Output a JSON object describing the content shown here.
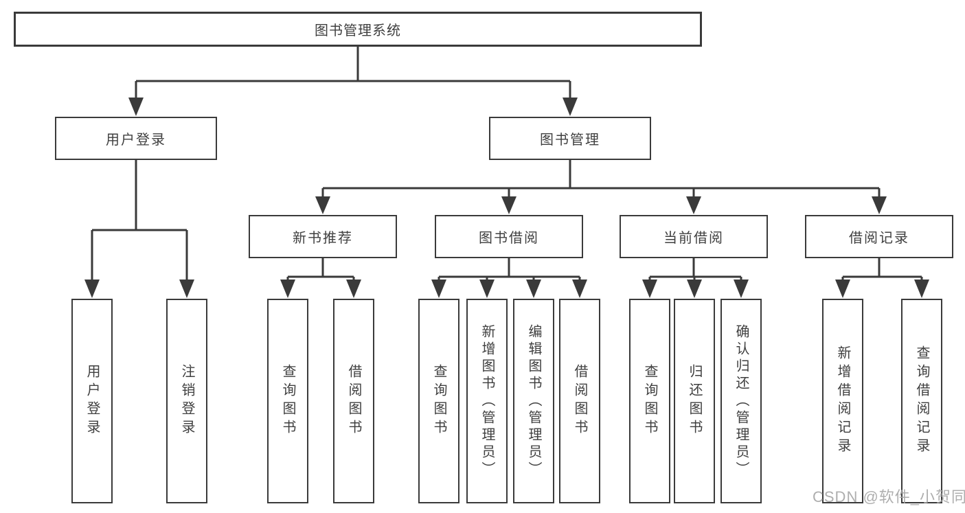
{
  "colors": {
    "line": "#3a3a3a",
    "box_border": "#3a3a3a",
    "box_fill": "#ffffff",
    "text": "#3f3f3f",
    "watermark": "#a5a5a5"
  },
  "diagram": {
    "root": {
      "label": "图书管理系统"
    },
    "level2": [
      {
        "label": "用户登录"
      },
      {
        "label": "图书管理"
      }
    ],
    "level3": [
      {
        "label": "新书推荐"
      },
      {
        "label": "图书借阅"
      },
      {
        "label": "当前借阅"
      },
      {
        "label": "借阅记录"
      }
    ],
    "leaves": [
      {
        "label": "用户登录"
      },
      {
        "label": "注销登录"
      },
      {
        "label": "查询图书"
      },
      {
        "label": "借阅图书"
      },
      {
        "label": "查询图书"
      },
      {
        "label": "新增图书（管理员）"
      },
      {
        "label": "编辑图书（管理员）"
      },
      {
        "label": "借阅图书"
      },
      {
        "label": "查询图书"
      },
      {
        "label": "归还图书"
      },
      {
        "label": "确认归还（管理员）"
      },
      {
        "label": "新增借阅记录"
      },
      {
        "label": "查询借阅记录"
      }
    ]
  },
  "watermark": {
    "text": "CSDN @软件_小贺同学"
  }
}
